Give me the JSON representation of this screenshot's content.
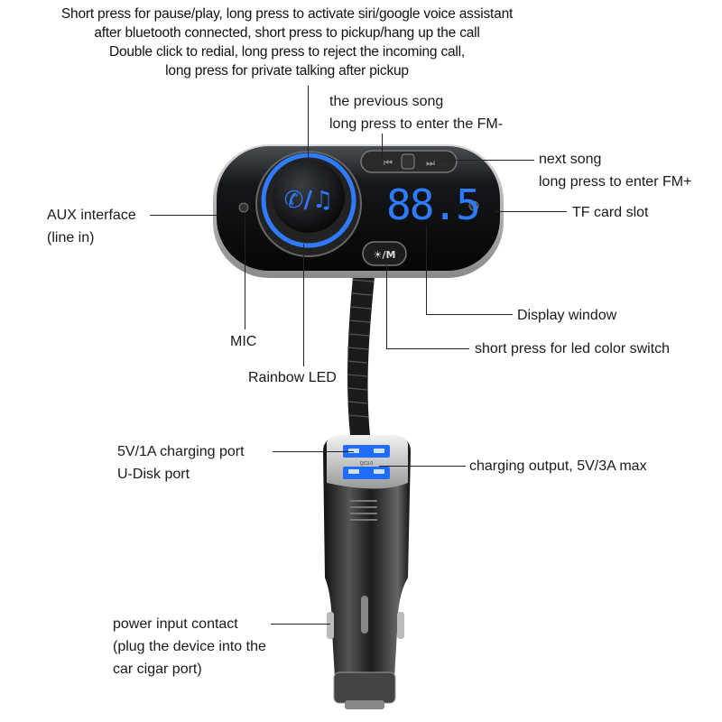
{
  "top_description": [
    "Short press for pause/play, long press to activate siri/google voice assistant",
    "after bluetooth connected, short press to pickup/hang up the call",
    "Double click to redial, long press to reject the incoming call,",
    "long press for private talking after pickup"
  ],
  "labels": {
    "previous_song": [
      "the previous song",
      "long press to enter the FM-"
    ],
    "next_song": [
      "next song",
      "long press to enter FM+"
    ],
    "tf_card": "TF card slot",
    "aux": [
      "AUX interface",
      "(line in)"
    ],
    "mic": "MIC",
    "rainbow_led": "Rainbow LED",
    "display_window": "Display window",
    "led_switch": "short press for led color switch",
    "charging_port": [
      "5V/1A charging port",
      "U-Disk port"
    ],
    "charging_output": "charging output, 5V/3A max",
    "power_input": [
      "power input contact",
      "(plug the device into the",
      "car cigar port)"
    ]
  },
  "device": {
    "display_value": "88.5",
    "main_button_icon": "phone-music-icon",
    "mode_button_label": "/M",
    "port_label": "QC3.0",
    "accent_color": "#2f7bff"
  }
}
